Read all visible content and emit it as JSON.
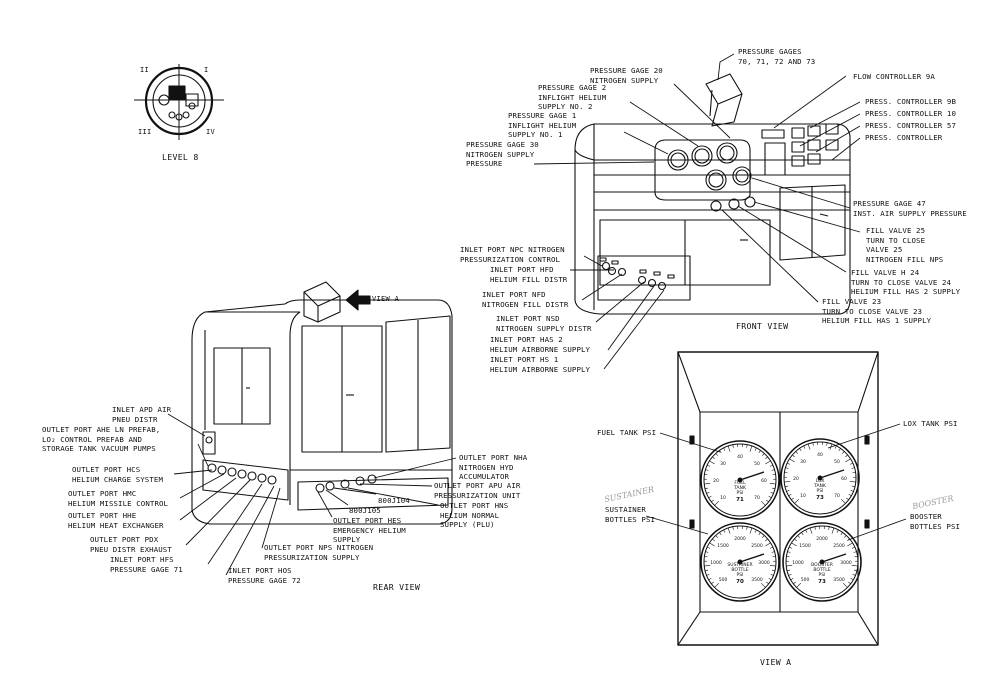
{
  "level_badge": {
    "q1": "I",
    "q2": "II",
    "q3": "III",
    "q4": "IV",
    "caption": "LEVEL 8"
  },
  "views": {
    "rear": "REAR VIEW",
    "front": "FRONT VIEW",
    "view_a": "VIEW A",
    "view_a_arrow": "VIEW A"
  },
  "front_labels": {
    "gages_70": [
      "PRESSURE GAGES",
      "70, 71, 72 AND 73"
    ],
    "gage20": [
      "PRESSURE GAGE 20",
      "NITROGEN SUPPLY"
    ],
    "gage2": [
      "PRESSURE GAGE 2",
      "INFLIGHT HELIUM",
      "SUPPLY NO. 2"
    ],
    "gage1": [
      "PRESSURE GAGE 1",
      "INFLIGHT HELIUM",
      "SUPPLY NO. 1"
    ],
    "gage30": [
      "PRESSURE GAGE 30",
      "NITROGEN SUPPLY",
      "PRESSURE"
    ],
    "flow9a": [
      "FLOW CONTROLLER 9A"
    ],
    "pc9b": [
      "PRESS. CONTROLLER 9B"
    ],
    "pc10": [
      "PRESS. CONTROLLER 10"
    ],
    "pc57": [
      "PRESS. CONTROLLER 57"
    ],
    "pc": [
      "PRESS. CONTROLLER"
    ],
    "gage47": [
      "PRESSURE GAGE 47",
      "INST. AIR SUPPLY PRESSURE"
    ],
    "fill25": [
      "FILL VALVE 25",
      "TURN TO CLOSE",
      "VALVE 25",
      "NITROGEN FILL NPS"
    ],
    "fill24": [
      "FILL VALVE H 24",
      "TURN TO CLOSE VALVE 24",
      "HELIUM FILL HAS 2 SUPPLY"
    ],
    "fill23": [
      "FILL VALVE 23",
      "TURN TO CLOSE VALVE 23",
      "HELIUM FILL HAS 1 SUPPLY"
    ],
    "npc": [
      "INLET PORT NPC NITROGEN",
      "PRESSURIZATION CONTROL"
    ],
    "hfd": [
      "INLET PORT HFD",
      "HELIUM FILL DISTR"
    ],
    "nfd": [
      "INLET PORT NFD",
      "NITROGEN FILL DISTR"
    ],
    "nsd": [
      "INLET PORT NSD",
      "NITROGEN SUPPLY DISTR"
    ],
    "has2": [
      "INLET PORT HAS 2",
      "HELIUM AIRBORNE SUPPLY"
    ],
    "hs1": [
      "INLET PORT HS 1",
      "HELIUM AIRBORNE SUPPLY"
    ]
  },
  "rear_labels": {
    "apd": [
      "INLET APD AIR",
      "PNEU DISTR"
    ],
    "ahe": [
      "OUTLET PORT AHE LN PREFAB,",
      "LO₂ CONTROL PREFAB AND",
      "STORAGE TANK VACUUM PUMPS"
    ],
    "hcs": [
      "OUTLET PORT HCS",
      "HELIUM CHARGE SYSTEM"
    ],
    "hmc": [
      "OUTLET PORT HMC",
      "HELIUM MISSILE CONTROL"
    ],
    "hhe": [
      "OUTLET PORT HHE",
      "HELIUM HEAT EXCHANGER"
    ],
    "pdx": [
      "OUTLET PORT PDX",
      "PNEU DISTR EXHAUST"
    ],
    "hfs": [
      "INLET PORT HFS",
      "PRESSURE GAGE 71"
    ],
    "hos": [
      "INLET PORT HOS",
      "PRESSURE GAGE 72"
    ],
    "nps": [
      "OUTLET PORT NPS NITROGEN",
      "PRESSURIZATION SUPPLY"
    ],
    "hes": [
      "OUTLET PORT HES",
      "EMERGENCY HELIUM",
      "SUPPLY"
    ],
    "j105": [
      "800J105"
    ],
    "j104": [
      "800J104"
    ],
    "nha": [
      "OUTLET PORT NHA",
      "NITROGEN HYD",
      "ACCUMULATOR"
    ],
    "apu": [
      "OUTLET PORT APU AIR",
      "PRESSURIZATION UNIT"
    ],
    "hns": [
      "OUTLET PORT HNS",
      "HELIUM NORMAL",
      "SUPPLY (PLU)"
    ]
  },
  "view_a_labels": {
    "fuel": [
      "FUEL TANK PSI"
    ],
    "lox": [
      "LOX TANK PSI"
    ],
    "sustainer": [
      "SUSTAINER",
      "BOTTLES PSI"
    ],
    "booster": [
      "BOOSTER",
      "BOTTLES PSI"
    ],
    "hw1": "SUSTAINER",
    "hw2": "BOOSTER"
  },
  "dials": [
    {
      "name": "fuel-tank-dial",
      "face": [
        "FUEL",
        "TANK",
        "PSI"
      ],
      "num": "71",
      "ticks": [
        "10",
        "20",
        "30",
        "40",
        "50",
        "60",
        "70"
      ]
    },
    {
      "name": "lox-tank-dial",
      "face": [
        "LOX",
        "TANK",
        "PSI"
      ],
      "num": "73",
      "ticks": [
        "10",
        "20",
        "30",
        "40",
        "50",
        "60",
        "70"
      ]
    },
    {
      "name": "sustainer-dial",
      "face": [
        "SUSTAINER",
        "BOTTLE",
        "PSI"
      ],
      "num": "70",
      "ticks": [
        "500",
        "1000",
        "1500",
        "2000",
        "2500",
        "3000",
        "3500"
      ]
    },
    {
      "name": "booster-dial",
      "face": [
        "BOOSTER",
        "BOTTLE",
        "PSI"
      ],
      "num": "73",
      "ticks": [
        "500",
        "1000",
        "1500",
        "2000",
        "2500",
        "3000",
        "3500"
      ]
    }
  ]
}
